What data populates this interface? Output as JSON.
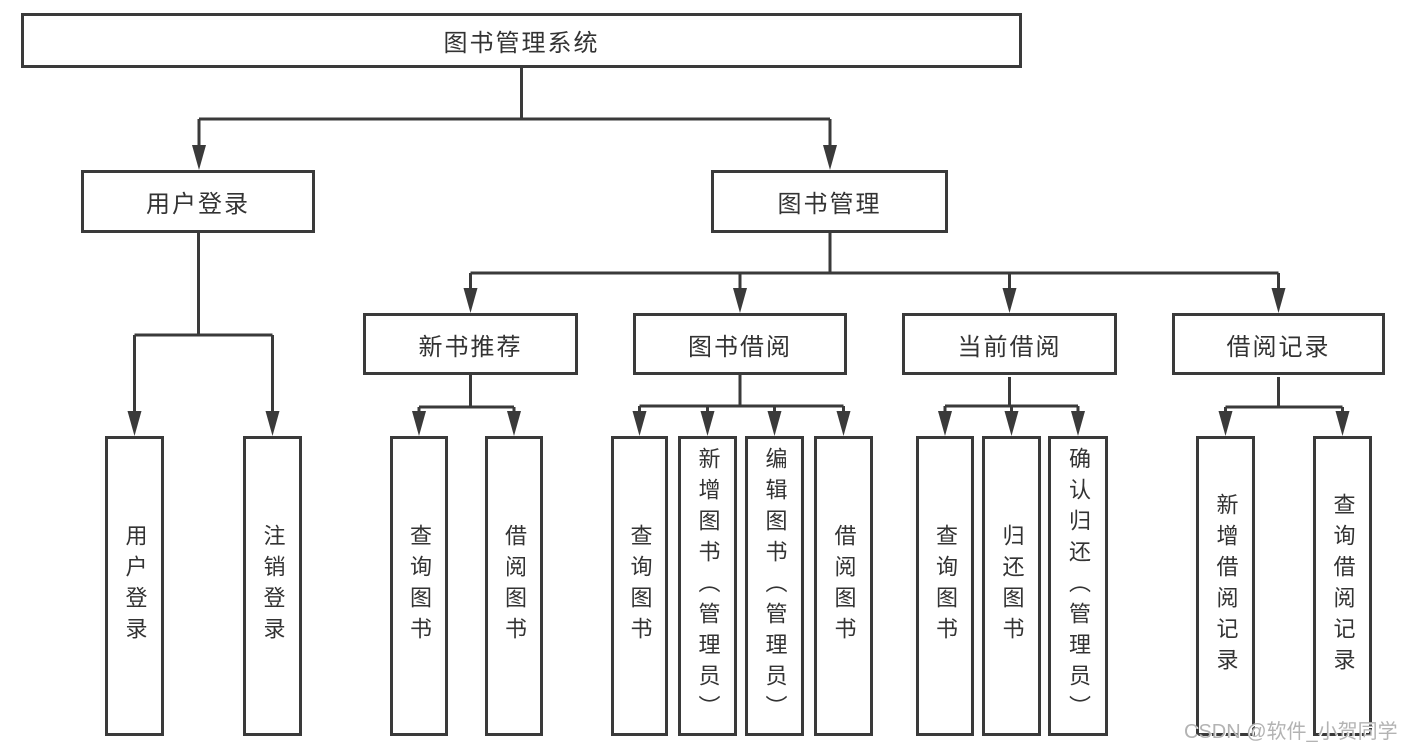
{
  "tree": {
    "root": {
      "label": "图书管理系统",
      "children": [
        {
          "label": "用户登录",
          "children": [
            {
              "label": "用户登录"
            },
            {
              "label": "注销登录"
            }
          ]
        },
        {
          "label": "图书管理",
          "children": [
            {
              "label": "新书推荐",
              "children": [
                {
                  "label": "查询图书"
                },
                {
                  "label": "借阅图书"
                }
              ]
            },
            {
              "label": "图书借阅",
              "children": [
                {
                  "label": "查询图书"
                },
                {
                  "label": "新增图书（管理员）"
                },
                {
                  "label": "编辑图书（管理员）"
                },
                {
                  "label": "借阅图书"
                }
              ]
            },
            {
              "label": "当前借阅",
              "children": [
                {
                  "label": "查询图书"
                },
                {
                  "label": "归还图书"
                },
                {
                  "label": "确认归还（管理员）"
                }
              ]
            },
            {
              "label": "借阅记录",
              "children": [
                {
                  "label": "新增借阅记录"
                },
                {
                  "label": "查询借阅记录"
                }
              ]
            }
          ]
        }
      ]
    }
  },
  "watermark": {
    "text": "CSDN @软件_小贺同学"
  },
  "colors": {
    "line": "#3a3a3a",
    "text": "#333333",
    "watermark": "#b3b3b3",
    "background": "#ffffff"
  }
}
